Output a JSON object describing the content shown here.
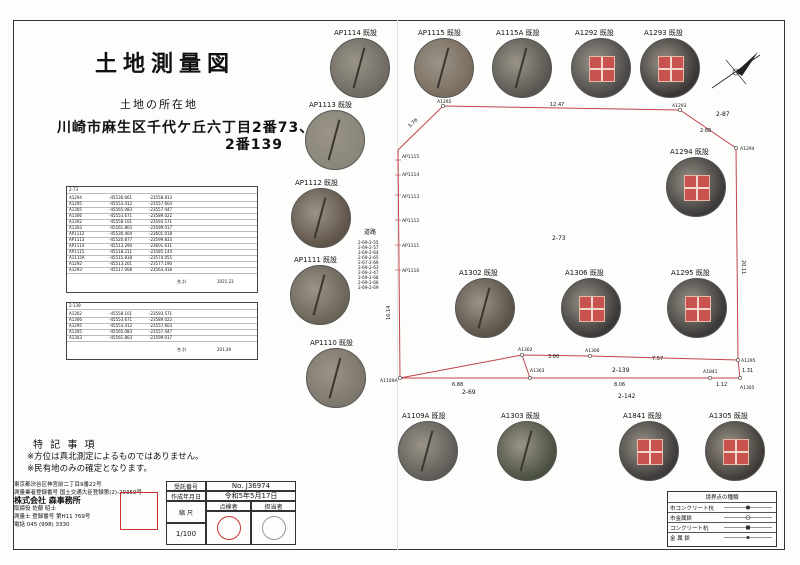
{
  "header": {
    "title": "土地測量図",
    "location_label": "土地の所在地",
    "address_line1": "川崎市麻生区千代ケ丘六丁目2番73、",
    "address_line2": "2番139"
  },
  "coord_table_1": {
    "parcel": "2-73",
    "rows": [
      [
        "A1294",
        "-45536.661",
        "-23558.813"
      ],
      [
        "A1295",
        "-45553.412",
        "-23557.603"
      ],
      [
        "A1305",
        "-45565.083",
        "-23557.447"
      ],
      [
        "A1306",
        "-45553.671",
        "-23589.022"
      ],
      [
        "A1302",
        "-45558.101",
        "-23593.571"
      ],
      [
        "A1303",
        "-45561.803",
        "-23599.017"
      ],
      [
        "AP1112",
        "-45530.404",
        "-23601.018"
      ],
      [
        "AP1113",
        "-45520.877",
        "-23599.833"
      ],
      [
        "AP1114",
        "-45513.290",
        "-23601.611"
      ],
      [
        "AP1115",
        "-45518.211",
        "-23585.144"
      ],
      [
        "A1115A",
        "-45515.818",
        "-23574.055"
      ],
      [
        "A1292",
        "-45513.201",
        "-23577.190"
      ],
      [
        "A1293",
        "-45517.008",
        "-23563.418"
      ]
    ],
    "total_label": "合 計",
    "total_area": "1021.23"
  },
  "coord_table_2": {
    "parcel": "2-139",
    "rows": [
      [
        "A1302",
        "-45558.101",
        "-23593.571"
      ],
      [
        "A1306",
        "-45553.671",
        "-23589.022"
      ],
      [
        "A1295",
        "-45553.412",
        "-23557.603"
      ],
      [
        "A1305",
        "-45565.083",
        "-23557.447"
      ],
      [
        "A1303",
        "-45561.803",
        "-23599.017"
      ]
    ],
    "total_label": "合 計",
    "total_area": "201.39"
  },
  "notes": {
    "title": "特 記 事 項",
    "items": [
      "※方位は真北測定によるものではありません。",
      "※民有地のみの確定となります。"
    ]
  },
  "company": {
    "address": "東京都渋谷区神宮前二丁目9番22号",
    "registration": "測量業者登録番号 国土交通大臣登録第(2)-29350号",
    "name": "株式会社 森事務所",
    "surveyor": "取締役 佐藤 昭士",
    "surveyor_reg": "測量士 登録番号 第H11 769号",
    "phone": "電話 045 (998) 3330"
  },
  "title_block": {
    "order_no_label": "受託番号",
    "order_no": "No. J36974",
    "date_label": "作成年月日",
    "date": "令和5年5月17日",
    "scale_label": "縮 尺",
    "scale": "1/100",
    "checker_label": "点検者",
    "manager_label": "担当者"
  },
  "legend": {
    "title": "境界点の種類",
    "items": [
      "市コンクリート杭",
      "市金属鋲",
      "コンクリート杭",
      "金 属 鋲"
    ]
  },
  "photos": [
    {
      "label": "AP1114 既設"
    },
    {
      "label": "AP1115 既設"
    },
    {
      "label": "A1115A 既設"
    },
    {
      "label": "A1292 既設"
    },
    {
      "label": "A1293 既設"
    },
    {
      "label": "AP1113 既設"
    },
    {
      "label": "A1294 既設"
    },
    {
      "label": "AP1112 既設"
    },
    {
      "label": "AP1111 既設"
    },
    {
      "label": "A1302 既設"
    },
    {
      "label": "A1306 既設"
    },
    {
      "label": "A1295 既設"
    },
    {
      "label": "AP1110 既設"
    },
    {
      "label": "A1109A 既設"
    },
    {
      "label": "A1303 既設"
    },
    {
      "label": "A1841 既設"
    },
    {
      "label": "A1305 既設"
    }
  ],
  "plan": {
    "parcel_main": "2-73",
    "parcel_sub": "2-139",
    "parcel_south": "2-69",
    "parcel_south2": "2-142",
    "parcel_east": "2-87",
    "road_label": "道路",
    "pts": {
      "A1292": "A1292",
      "A1293": "A1293",
      "A1294": "A1294",
      "A1295": "A1295",
      "A1305": "A1305",
      "A1302": "A1302",
      "A1303": "A1303",
      "A1306": "A1306",
      "A1841": "A1841",
      "A1109A": "A1109A",
      "AP1115": "AP1115",
      "AP1114": "AP1114",
      "AP1113": "AP1113",
      "AP1112": "AP1112",
      "AP1111": "AP1111",
      "AP1110": "AP1110"
    },
    "dims": {
      "top": "12.47",
      "top_left": "3.76",
      "right_top": "2.88",
      "right": "20.11",
      "left": "16.14",
      "sub_top_a": "3.60",
      "sub_top_b": "7.57",
      "sub_bottom": "8.06",
      "sub_left": "6.88",
      "sub_right": "1.31",
      "corner": "1.12"
    },
    "road_list": [
      "2-69-2-55",
      "2-69-2-57",
      "2-69-2-64",
      "2-69-2-65",
      "2-67-2-69",
      "2-69-2-63",
      "2-69-2-47",
      "2-69-2-68",
      "2-69-2-66",
      "2-69-2-69"
    ]
  },
  "colors": {
    "boundary": "#c2434b",
    "ink": "#111111",
    "stamp": "#cc3333"
  }
}
